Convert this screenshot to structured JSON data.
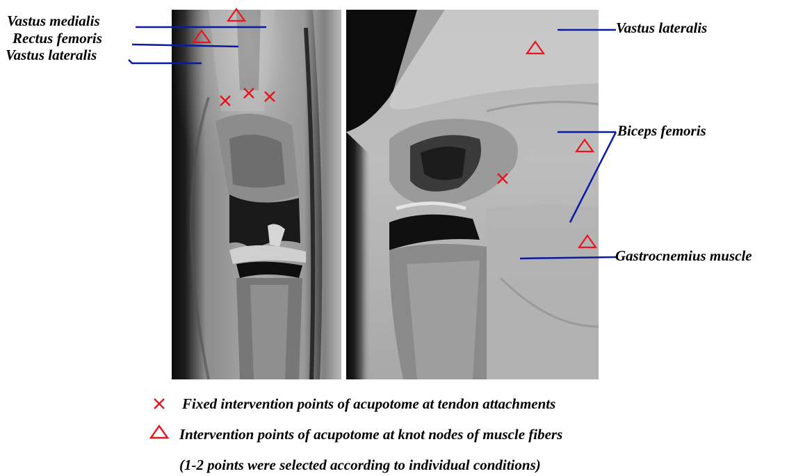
{
  "labels": {
    "vastus_medialis": "Vastus medialis",
    "rectus_femoris": "Rectus femoris",
    "vastus_lateralis_left": "Vastus lateralis",
    "vastus_lateralis_right": "Vastus lateralis",
    "biceps_femoris": "Biceps femoris",
    "gastrocnemius": "Gastrocnemius muscle"
  },
  "legend": {
    "cross_symbol": "×",
    "cross_text": "Fixed intervention points of acupotome at tendon attachments",
    "triangle_text": "Intervention points of acupotome at knot nodes of muscle fibers",
    "note": "(1-2 points were selected according to individual conditions)"
  },
  "colors": {
    "leader_line": "#0a1aa0",
    "marker": "#e8141e",
    "text": "#000000"
  }
}
